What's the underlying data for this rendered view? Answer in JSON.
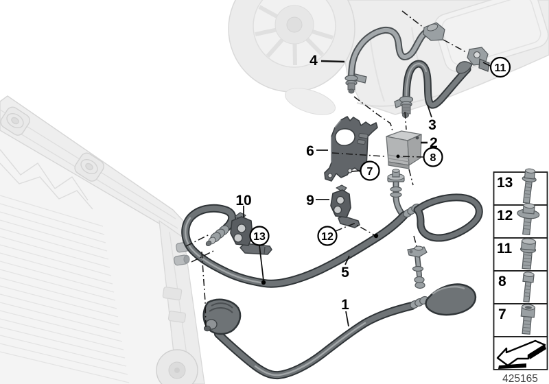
{
  "footer": {
    "part_number": "425165"
  },
  "callouts": {
    "plain": [
      {
        "label": "4"
      },
      {
        "label": "3"
      },
      {
        "label": "2"
      },
      {
        "label": "6"
      },
      {
        "label": "10"
      },
      {
        "label": "9"
      },
      {
        "label": "5"
      },
      {
        "label": "1"
      }
    ],
    "circled": [
      {
        "label": "11"
      },
      {
        "label": "7"
      },
      {
        "label": "8"
      },
      {
        "label": "13"
      },
      {
        "label": "12"
      }
    ]
  },
  "legend": {
    "items": [
      {
        "label": "13",
        "icon": "hex-flange-bolt-icon"
      },
      {
        "label": "12",
        "icon": "hex-bolt-washer-icon"
      },
      {
        "label": "11",
        "icon": "hex-flange-bolt-icon"
      },
      {
        "label": "8",
        "icon": "hex-bolt-icon"
      },
      {
        "label": "7",
        "icon": "socket-head-bolt-icon"
      }
    ],
    "arrow_icon": "direction-arrow-icon"
  },
  "colors": {
    "outline_dark": "#2f3437",
    "hose_gray": "#6e7376",
    "metal_gray": "#9aa0a3",
    "faded_gray": "#ececec"
  }
}
